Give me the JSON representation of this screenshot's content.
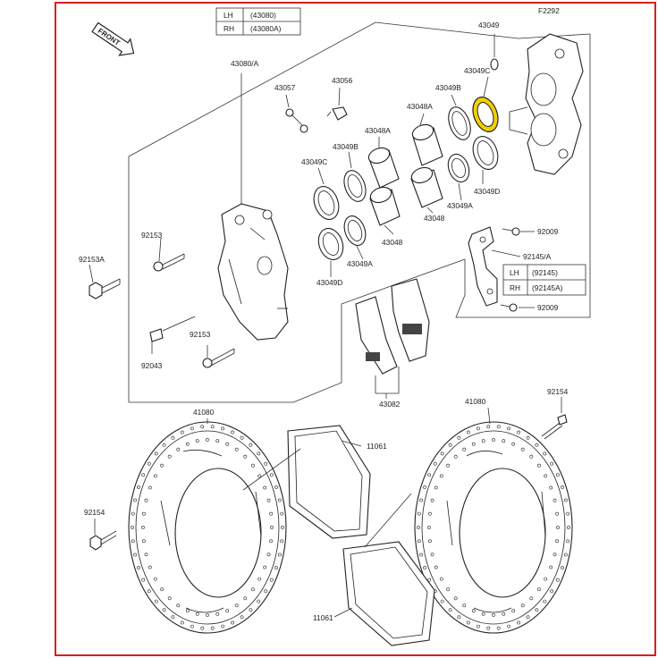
{
  "diagram": {
    "figure_code": "F2292",
    "front_label": "FRONT",
    "colors": {
      "frame": "#d62020",
      "highlight": "#f0d000",
      "line": "#222222"
    },
    "caliper_table": [
      {
        "side": "LH",
        "part": "(43080)"
      },
      {
        "side": "RH",
        "part": "(43080A)"
      }
    ],
    "bracket_table": [
      {
        "side": "LH",
        "part": "(92145)"
      },
      {
        "side": "RH",
        "part": "(92145A)"
      }
    ],
    "labels": {
      "caliper_assy": "43080/A",
      "cal_bolt_small": "43057",
      "bleeder": "43056",
      "washer_top": "43049",
      "seal_c_highlighted": "43049C",
      "seal_b_right": "43049B",
      "piston_a_right": "43048A",
      "seal_b_left": "43049B",
      "piston_a_left": "43048A",
      "seal_c_left": "43049C",
      "piston_right": "43048",
      "seal_a_right": "43049A",
      "seal_d_right": "43049D",
      "piston_left": "43048",
      "seal_a_left": "43049A",
      "seal_d_left": "43049D",
      "mount_bolt": "92153A",
      "bolt_92153_top": "92153",
      "bolt_92153_bottom": "92153",
      "pin_92043": "92043",
      "bolt_92009_top": "92009",
      "bracket": "92145/A",
      "bolt_92009_bottom": "92009",
      "pads": "43082",
      "disc_left": "41080",
      "disc_right": "41080",
      "disc_bolt_right": "92154",
      "disc_bolt_left": "92154",
      "shim_right": "11061",
      "shim_bottom": "11061"
    }
  }
}
